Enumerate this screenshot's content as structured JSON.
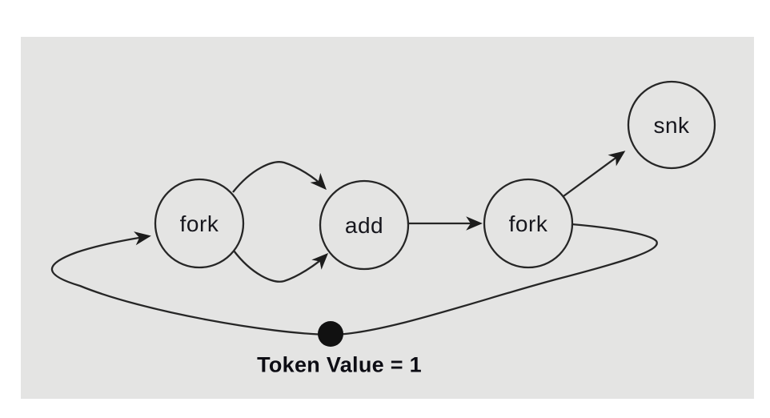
{
  "figure": {
    "type": "dataflow-graph",
    "panel_background_color": "#e4e4e3",
    "stroke_color": "#262626",
    "nodes": [
      {
        "id": "fork1",
        "label": "fork"
      },
      {
        "id": "add",
        "label": "add"
      },
      {
        "id": "fork2",
        "label": "fork"
      },
      {
        "id": "snk",
        "label": "snk"
      }
    ],
    "edges": [
      {
        "from": "fork1",
        "to": "add",
        "shape": "upper-arc"
      },
      {
        "from": "fork1",
        "to": "add",
        "shape": "lower-arc"
      },
      {
        "from": "add",
        "to": "fork2",
        "shape": "straight"
      },
      {
        "from": "fork2",
        "to": "snk",
        "shape": "straight-diagonal"
      },
      {
        "from": "fork2",
        "to": "fork1",
        "shape": "feedback-loop",
        "has_token": true
      }
    ],
    "token": {
      "label": "Token Value = 1",
      "color": "#111111"
    }
  }
}
